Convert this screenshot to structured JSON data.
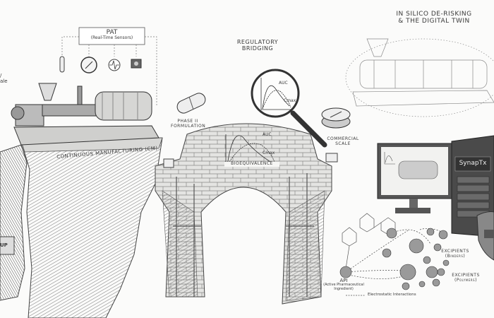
{
  "left_fragment": {
    "line1": "/",
    "line2": "ale",
    "sign": "UP"
  },
  "pat": {
    "title": "PAT",
    "subtitle": "(Real-Time Sensors)"
  },
  "sensors": [
    "thermometer-icon",
    "pressure-gauge-icon",
    "waveform-icon",
    "camera-icon"
  ],
  "manufacturing": {
    "label": "CONTINUOUS MANUFACTURING (CM)"
  },
  "regulatory": {
    "title_line1": "REGULATORY",
    "title_line2": "BRIDGING",
    "magnifier_auc": "AUC",
    "magnifier_cmax": "Cmax"
  },
  "phase2": {
    "line1": "PHASE II",
    "line2": "FORMULATION"
  },
  "commercial": {
    "line1": "COMMERCIAL",
    "line2": "SCALE"
  },
  "bridge": {
    "auc": "AUC",
    "cmax": "Cmax",
    "label": "BIOEQUIVALENCE"
  },
  "digital_twin": {
    "title_line1": "IN SILICO DE-RISKING",
    "title_line2": "& THE DIGITAL TWIN",
    "server_label": "SynapTx"
  },
  "molecules": {
    "excipients_binders": {
      "title": "EXCIPIENTS",
      "sub": "(Binders)"
    },
    "excipients_polymers": {
      "title": "EXCIPIENTS",
      "sub": "(Polymers)"
    },
    "api": {
      "title": "API",
      "sub1": "(Active Pharmaceutical",
      "sub2": "Ingredient)"
    },
    "legend": "Electrostatic Interactions"
  }
}
